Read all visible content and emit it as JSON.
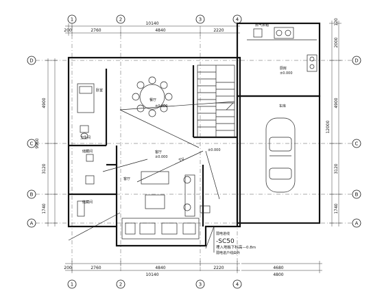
{
  "axes": {
    "top": [
      "1",
      "2",
      "3",
      "4"
    ],
    "bottom": [
      "1",
      "2",
      "3",
      "4"
    ],
    "left": [
      "D",
      "C",
      "B",
      "A"
    ],
    "right": [
      "D",
      "C",
      "B",
      "A"
    ]
  },
  "dims": {
    "top_total": "10140",
    "top_segments": [
      "200",
      "2760",
      "4840",
      "2220"
    ],
    "bottom_segments": [
      "200",
      "2760",
      "4840",
      "2220"
    ],
    "bottom_total": "10140",
    "bottom_right_segment": "4680",
    "bottom_right_total": "4800",
    "left_segments": [
      "4900",
      "3120",
      "1740"
    ],
    "left_mid": "9960",
    "right_segments": [
      "2000",
      "4900",
      "3120",
      "1740"
    ],
    "right_total": "12000",
    "right_top_small": "120"
  },
  "rooms": {
    "dining": "餐厅",
    "bedroom": "卧室",
    "bathroom": "卫生间",
    "storage1": "储藏间",
    "storage2": "储藏间",
    "living": "客厅",
    "living_sofa": "客厅",
    "kitchen": "厨房",
    "garage": "车库",
    "gas_meter": "燃气表箱"
  },
  "levels": {
    "dining": "±0.000",
    "living": "±0.000",
    "kitchen": "±0.000",
    "misc": "±0.000"
  },
  "wiring_labels": {
    "tv": "TV"
  },
  "annotation": {
    "line1": "弱电进线",
    "line2": "-SC50",
    "line3": "埋入地板下标高—0.8m",
    "line4": "弱电进户线由外"
  }
}
